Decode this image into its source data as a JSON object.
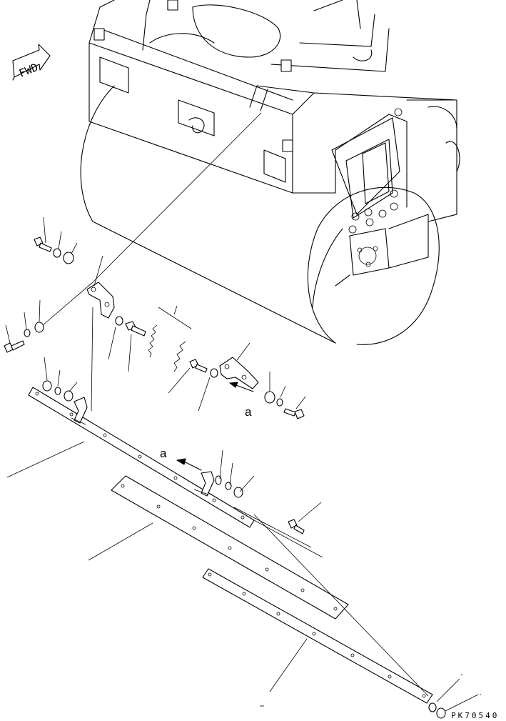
{
  "direction_arrow": {
    "text": "FWD"
  },
  "view_labels": {
    "a_upper": "a",
    "a_lower": "a"
  },
  "figure_code": "PK70540"
}
